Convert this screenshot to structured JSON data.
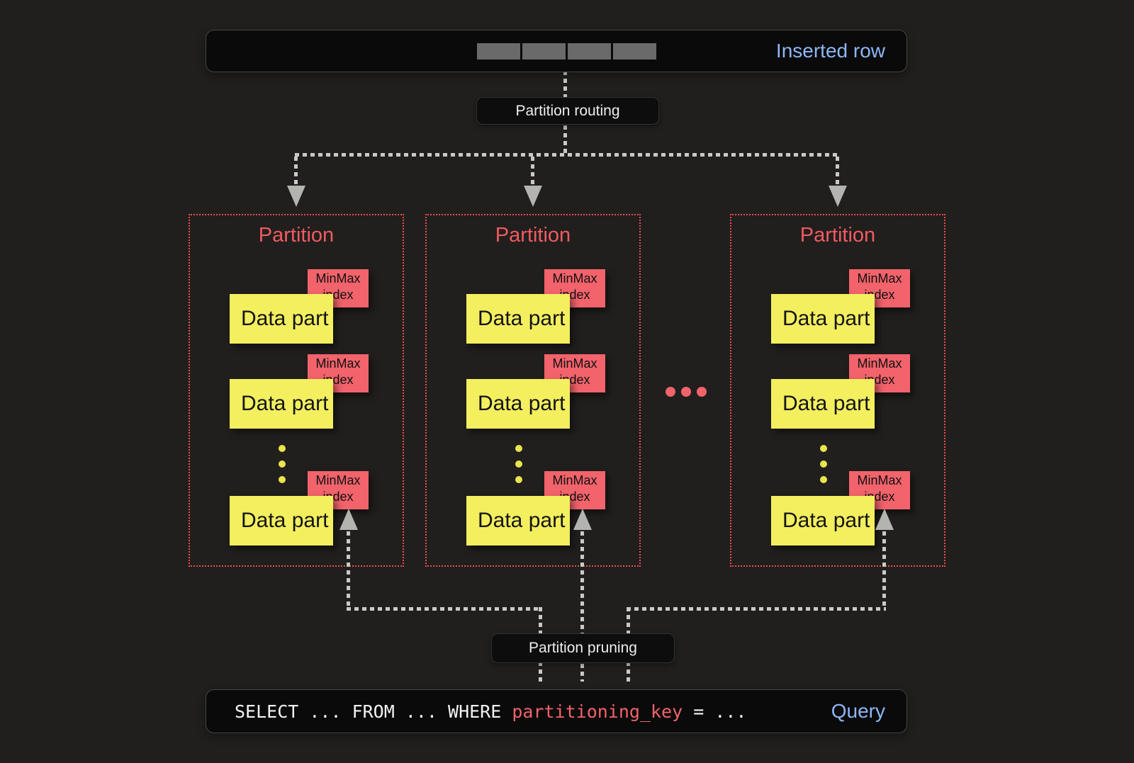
{
  "inserted_row": {
    "label": "Inserted row",
    "segment_count": 4
  },
  "routing": {
    "label": "Partition routing"
  },
  "pruning": {
    "label": "Partition pruning"
  },
  "query": {
    "text_before_key": "SELECT ... FROM ... WHERE ",
    "key": "partitioning_key",
    "text_after_key": " = ...",
    "label": "Query"
  },
  "partitions": [
    {
      "title": "Partition",
      "parts": [
        {
          "label": "Data part",
          "index_label": "MinMax index"
        },
        {
          "label": "Data part",
          "index_label": "MinMax index"
        },
        {
          "label": "Data part",
          "index_label": "MinMax index"
        }
      ]
    },
    {
      "title": "Partition",
      "parts": [
        {
          "label": "Data part",
          "index_label": "MinMax index"
        },
        {
          "label": "Data part",
          "index_label": "MinMax index"
        },
        {
          "label": "Data part",
          "index_label": "MinMax index"
        }
      ]
    },
    {
      "title": "Partition",
      "parts": [
        {
          "label": "Data part",
          "index_label": "MinMax index"
        },
        {
          "label": "Data part",
          "index_label": "MinMax index"
        },
        {
          "label": "Data part",
          "index_label": "MinMax index"
        }
      ]
    }
  ],
  "colors": {
    "background": "#201f1d",
    "panel": "#0a0a0a",
    "accent_blue": "#8db7f5",
    "accent_yellow": "#f3ef5f",
    "accent_red": "#f2636b",
    "partition_border": "#ea4b52",
    "partition_title": "#f15a61",
    "dotted_line_gray": "#c9c9c5",
    "arrow_gray": "#b3b3b0",
    "segment_gray": "#6a6a6a",
    "yellow_dot": "#eae44e",
    "code_white": "#f2f2f2"
  }
}
